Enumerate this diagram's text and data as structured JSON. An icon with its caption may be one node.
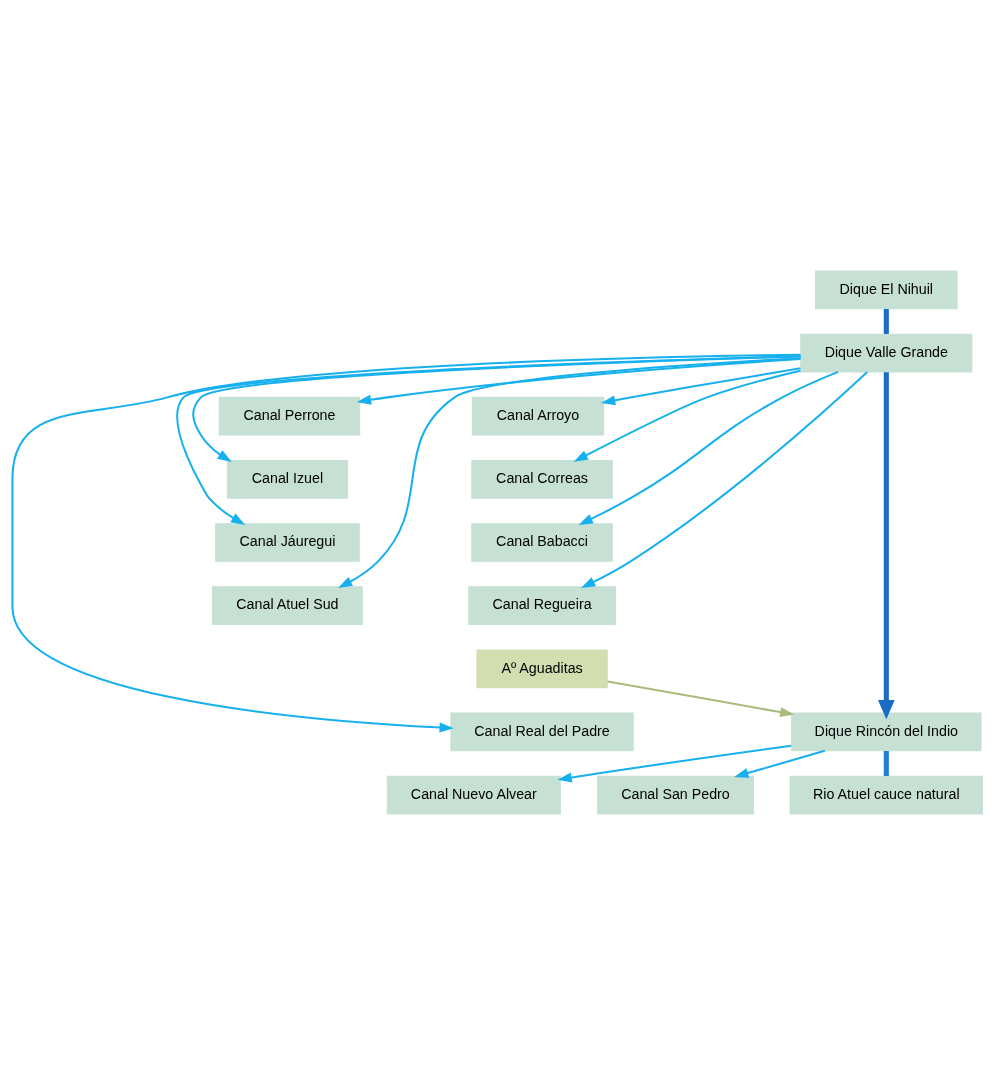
{
  "diagram": {
    "nodes": [
      {
        "text": [
          "Dique El Nihuil"
        ]
      },
      {
        "text": [
          "Dique Valle Grande"
        ]
      },
      {
        "text": [
          "Canal Arroyo"
        ]
      },
      {
        "text": [
          "Canal Perrone"
        ]
      },
      {
        "text": [
          "Canal Correas"
        ]
      },
      {
        "text": [
          "Canal Babacci"
        ]
      },
      {
        "text": [
          "Canal Regueira"
        ]
      },
      {
        "text": [
          "Canal Izuel"
        ]
      },
      {
        "text": [
          "Aº Aguaditas"
        ]
      },
      {
        "text": [
          "Canal Jáuregui"
        ]
      },
      {
        "text": [
          "Canal Atuel Sud"
        ]
      },
      {
        "text": [
          "Canal Real del Padre"
        ]
      },
      {
        "text": [
          "Dique Rincón del Indio"
        ]
      },
      {
        "text": [
          "Canal Nuevo Alvear"
        ]
      },
      {
        "text": [
          "Canal San Pedro"
        ]
      },
      {
        "text": [
          "Rio Atuel cauce natural"
        ]
      }
    ],
    "edges": [
      {
        "from": 0,
        "to": 1,
        "arrow": "none",
        "style": "thick",
        "color": "#1a6cc4"
      },
      {
        "from": 1,
        "to": 12,
        "arrow": "to",
        "style": "thick",
        "color": "#1a6cc4"
      },
      {
        "from": 1,
        "to": 2,
        "arrow": "to"
      },
      {
        "from": 1,
        "to": 3,
        "arrow": "to"
      },
      {
        "from": 1,
        "to": 4,
        "arrow": "to"
      },
      {
        "from": 1,
        "to": 5,
        "arrow": "to"
      },
      {
        "from": 1,
        "to": 6,
        "arrow": "to"
      },
      {
        "from": 1,
        "to": 7,
        "arrow": "to"
      },
      {
        "from": 8,
        "to": 12,
        "arrow": "to",
        "color": "#a9bb7c"
      },
      {
        "from": 1,
        "to": 9,
        "arrow": "to"
      },
      {
        "from": 1,
        "to": 10,
        "arrow": "to"
      },
      {
        "from": 1,
        "to": 11,
        "arrow": "to"
      },
      {
        "from": 12,
        "to": 13,
        "arrow": "to"
      },
      {
        "from": 12,
        "to": 14,
        "arrow": "to"
      },
      {
        "from": 12,
        "to": 15,
        "arrow": "none",
        "style": "thick",
        "color": "#1f7fd0"
      }
    ]
  }
}
